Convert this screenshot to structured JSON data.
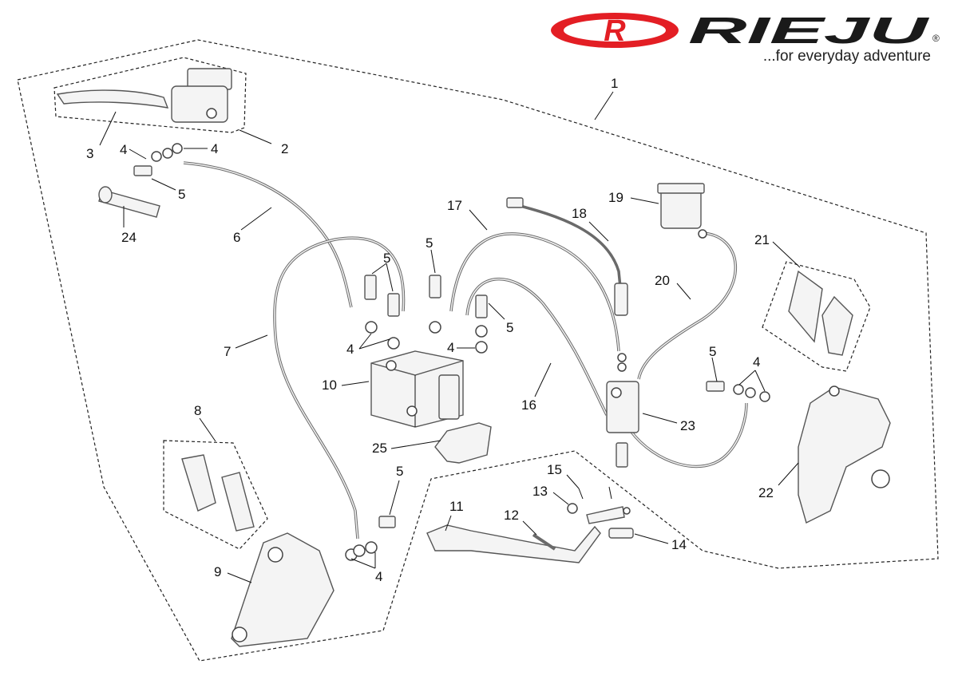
{
  "logo": {
    "brand": "RIEJU",
    "emblem_letter": "R",
    "registered_mark": "®",
    "tagline": "...for everyday adventure",
    "red": "#e31e24",
    "dark": "#1a1a1a"
  },
  "callouts": [
    {
      "id": "c1",
      "text": "1"
    },
    {
      "id": "c2",
      "text": "2"
    },
    {
      "id": "c3",
      "text": "3"
    },
    {
      "id": "c4a",
      "text": "4"
    },
    {
      "id": "c4b",
      "text": "4"
    },
    {
      "id": "c4c",
      "text": "4"
    },
    {
      "id": "c4d",
      "text": "4"
    },
    {
      "id": "c4e",
      "text": "4"
    },
    {
      "id": "c4f",
      "text": "4"
    },
    {
      "id": "c5a",
      "text": "5"
    },
    {
      "id": "c5b",
      "text": "5"
    },
    {
      "id": "c5c",
      "text": "5"
    },
    {
      "id": "c5d",
      "text": "5"
    },
    {
      "id": "c5e",
      "text": "5"
    },
    {
      "id": "c5f",
      "text": "5"
    },
    {
      "id": "c6",
      "text": "6"
    },
    {
      "id": "c7",
      "text": "7"
    },
    {
      "id": "c8",
      "text": "8"
    },
    {
      "id": "c9",
      "text": "9"
    },
    {
      "id": "c10",
      "text": "10"
    },
    {
      "id": "c11",
      "text": "11"
    },
    {
      "id": "c12",
      "text": "12"
    },
    {
      "id": "c13",
      "text": "13"
    },
    {
      "id": "c14",
      "text": "14"
    },
    {
      "id": "c15",
      "text": "15"
    },
    {
      "id": "c16",
      "text": "16"
    },
    {
      "id": "c17",
      "text": "17"
    },
    {
      "id": "c18",
      "text": "18"
    },
    {
      "id": "c19",
      "text": "19"
    },
    {
      "id": "c20",
      "text": "20"
    },
    {
      "id": "c21",
      "text": "21"
    },
    {
      "id": "c22",
      "text": "22"
    },
    {
      "id": "c23",
      "text": "23"
    },
    {
      "id": "c24",
      "text": "24"
    },
    {
      "id": "c25",
      "text": "25"
    }
  ]
}
